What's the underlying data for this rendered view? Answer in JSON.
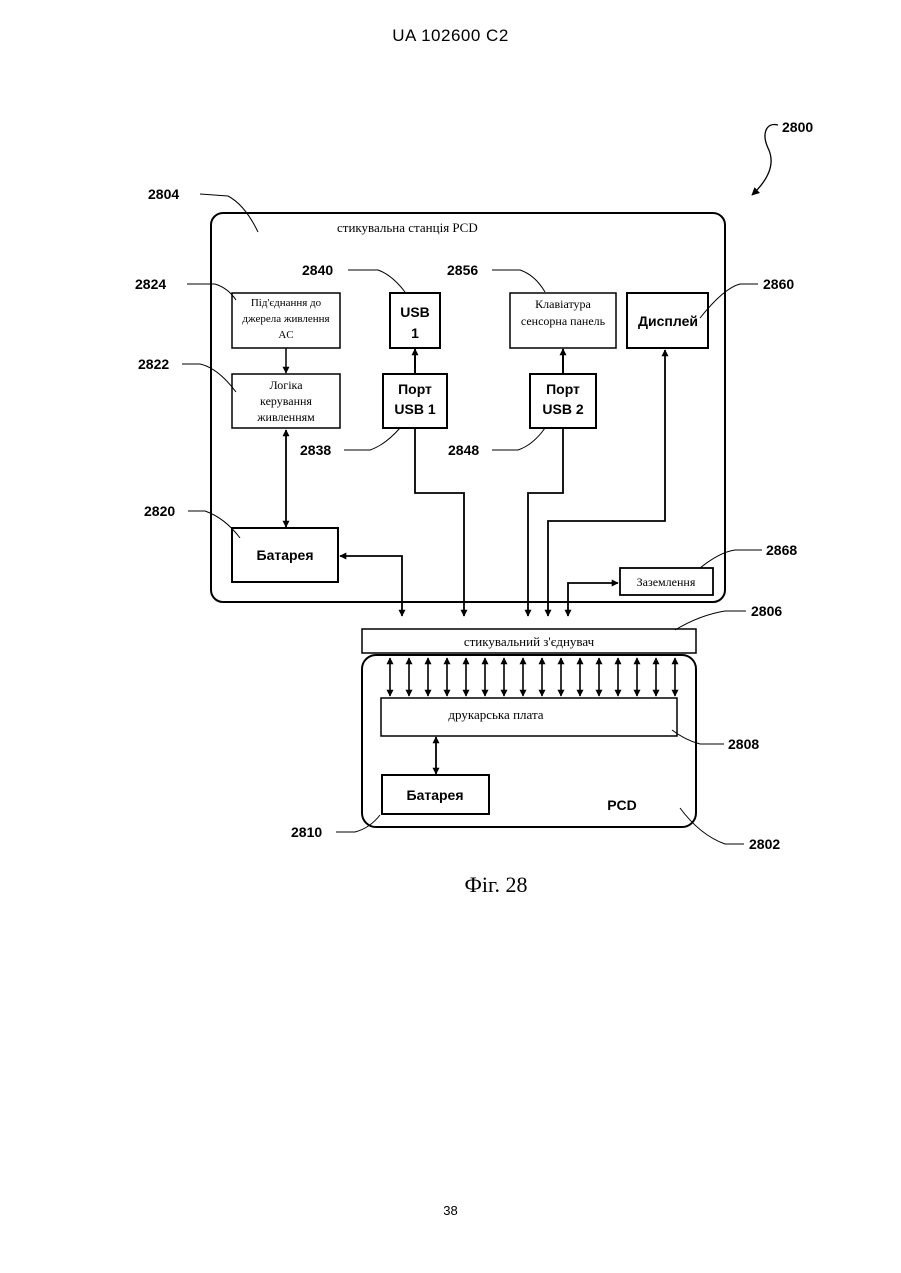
{
  "header": "UA   102600   C2",
  "page_number": "38",
  "figure_caption": "Фіг. 28",
  "refs": {
    "r2800": "2800",
    "r2804": "2804",
    "r2840": "2840",
    "r2856": "2856",
    "r2824": "2824",
    "r2860": "2860",
    "r2822": "2822",
    "r2838": "2838",
    "r2848": "2848",
    "r2820": "2820",
    "r2868": "2868",
    "r2806": "2806",
    "r2808": "2808",
    "r2810": "2810",
    "r2802": "2802"
  },
  "labels": {
    "docking_station": "стикувальна станція PCD",
    "ac_power_line1": "Під'єднання до",
    "ac_power_line2": "джерела живлення",
    "ac_power_line3": "AC",
    "power_logic_line1": "Логіка",
    "power_logic_line2": "керування",
    "power_logic_line3": "живленням",
    "usb1_line1": "USB",
    "usb1_line2": "1",
    "keyboard_line1": "Клавіатура",
    "keyboard_line2": "сенсорна панель",
    "display": "Дисплей",
    "port_usb1_line1": "Порт",
    "port_usb1_line2": "USB 1",
    "port_usb2_line1": "Порт",
    "port_usb2_line2": "USB 2",
    "battery_station": "Батарея",
    "ground": "Заземлення",
    "connector": "стикувальний з'єднувач",
    "pcb": "друкарська плата",
    "battery_pcd": "Батарея",
    "pcd": "PCD"
  }
}
